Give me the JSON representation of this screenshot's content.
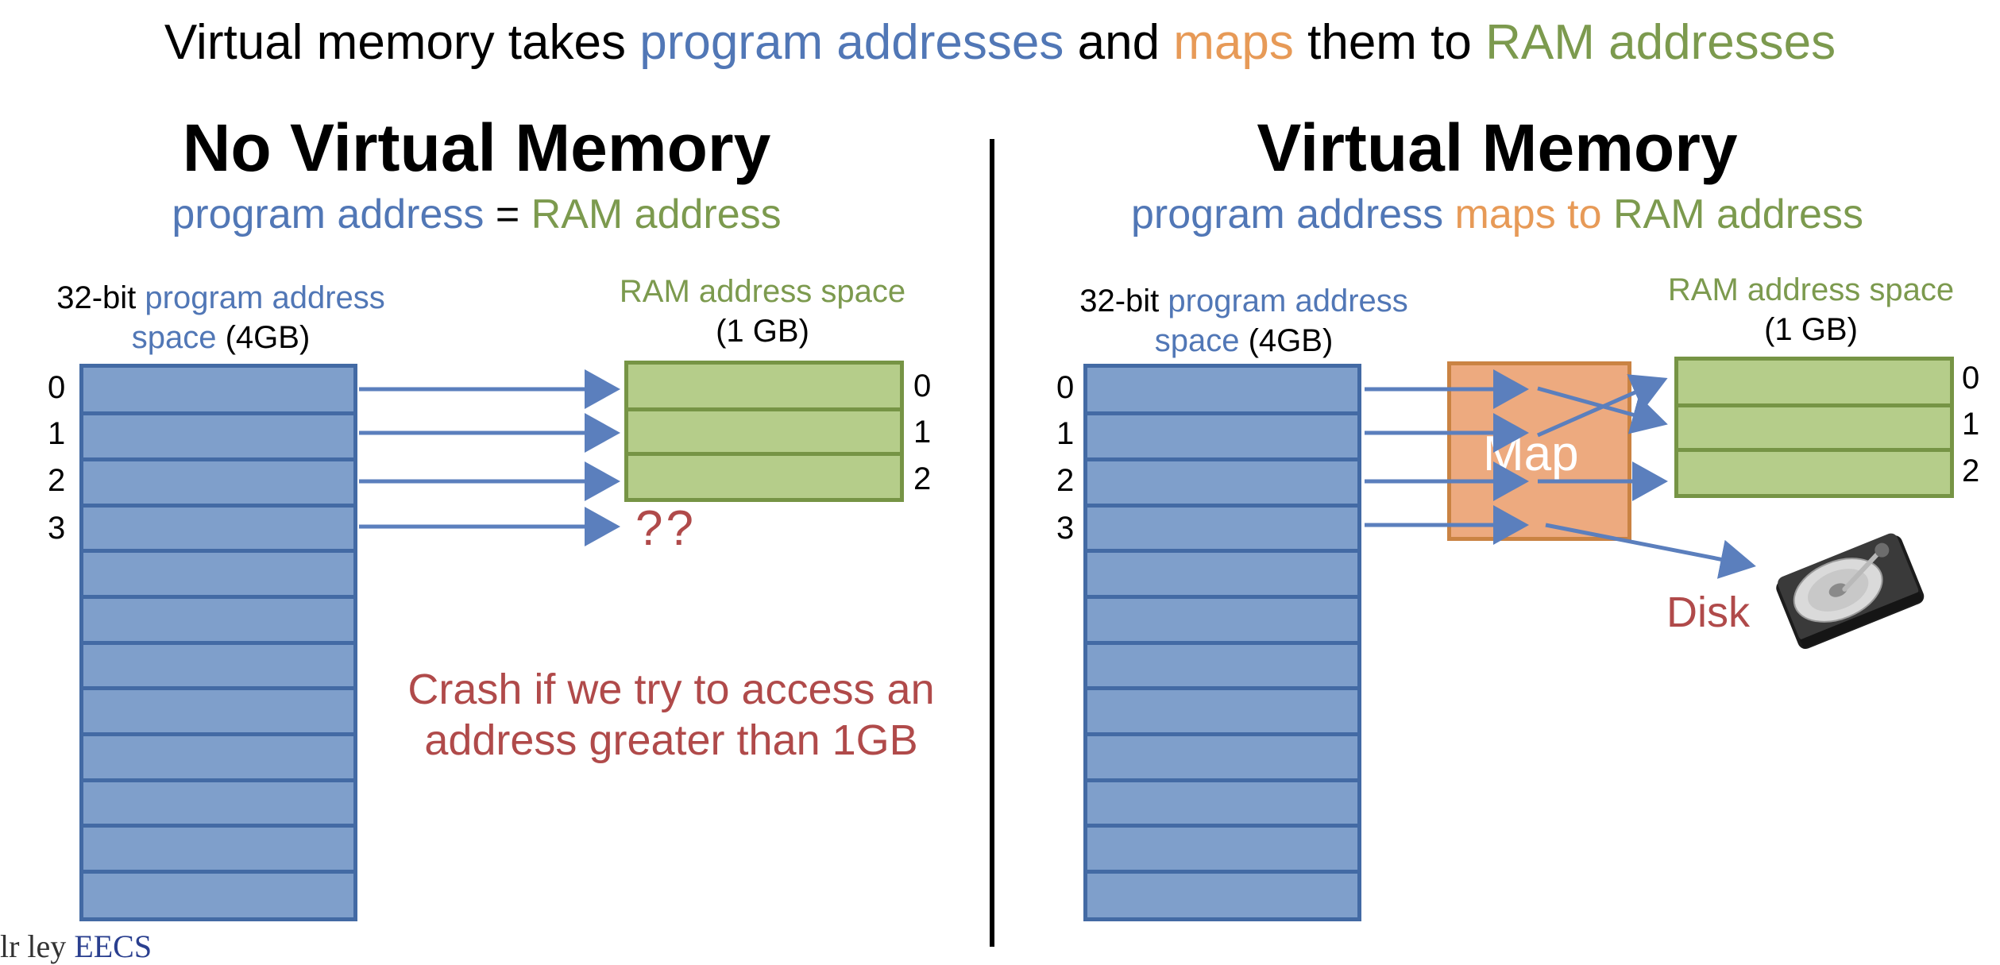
{
  "headline": {
    "part1": "Virtual memory takes ",
    "program_addresses": "program addresses",
    "part2": " and ",
    "maps": "maps",
    "part3": " them to ",
    "ram_addresses": "RAM addresses"
  },
  "left_panel": {
    "title": "No Virtual Memory",
    "sub_program": "program address",
    "sub_eq": " = ",
    "sub_ram": "RAM address",
    "prog_label_prefix": "32-bit ",
    "prog_label_blue_1": "program address",
    "prog_label_blue_2": "space",
    "prog_label_suffix": " (4GB)",
    "ram_label_1": "RAM address space",
    "ram_label_2": "(1 GB)",
    "prog_indices": [
      "0",
      "1",
      "2",
      "3"
    ],
    "ram_indices": [
      "0",
      "1",
      "2"
    ],
    "unknown": "??",
    "crash_line1": "Crash if we try to access an",
    "crash_line2": "address greater than 1GB"
  },
  "right_panel": {
    "title": "Virtual Memory",
    "sub_program": "program address",
    "sub_maps": " maps to ",
    "sub_ram": "RAM address",
    "prog_label_prefix": "32-bit ",
    "prog_label_blue_1": "program address",
    "prog_label_blue_2": "space",
    "prog_label_suffix": " (4GB)",
    "ram_label_1": "RAM address space",
    "ram_label_2": "(1 GB)",
    "prog_indices": [
      "0",
      "1",
      "2",
      "3"
    ],
    "ram_indices": [
      "0",
      "1",
      "2"
    ],
    "map_label": "Map",
    "disk_label": "Disk"
  },
  "footer": {
    "logo_a": "lr ley",
    "logo_b": "EECS"
  },
  "colors": {
    "blue": "#5177b6",
    "green": "#7c9a4e",
    "orange": "#e79a57",
    "red": "#b04a4a",
    "program_fill": "#7f9fcb",
    "ram_fill": "#b5cd8a",
    "map_fill": "#eda77a"
  },
  "icons": {
    "disk": "hard-disk-icon"
  }
}
